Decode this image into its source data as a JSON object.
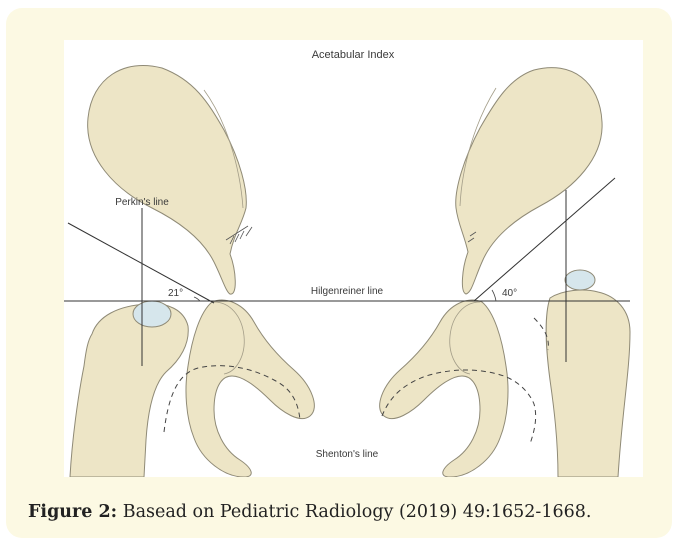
{
  "figure": {
    "labels": {
      "title": "Acetabular Index",
      "perkins_line": "Perkin's line",
      "hilgenreiner_line": "Hilgenreiner line",
      "shentons_line": "Shenton's line",
      "angle_left": "21°",
      "angle_right": "40°"
    },
    "colors": {
      "bone_fill": "#ede5c6",
      "bone_stroke": "#8f8a76",
      "cartilage_fill": "#d6e6ec",
      "line": "#333333"
    }
  },
  "caption": {
    "label": "Figure 2:",
    "text": "Basead on Pediatric Radiology (2019) 49:1652-1668."
  }
}
